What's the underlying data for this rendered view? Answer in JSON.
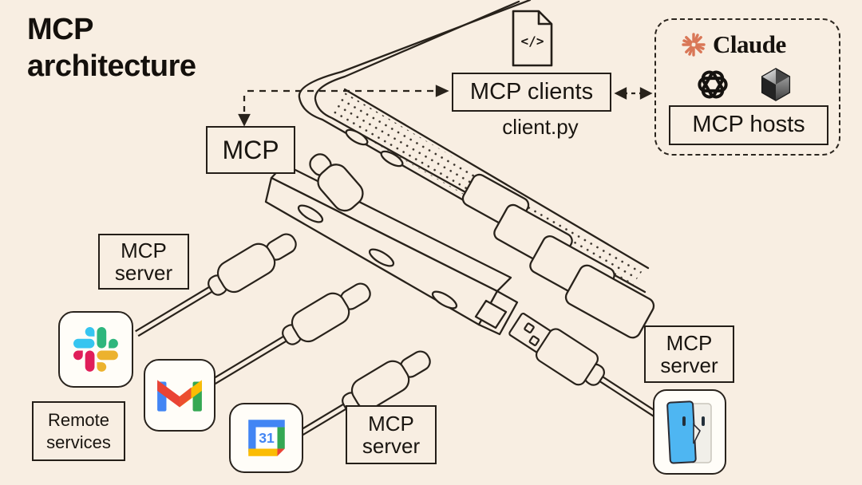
{
  "title": {
    "line1": "MCP",
    "line2": "architecture"
  },
  "protocol_box": {
    "label": "MCP"
  },
  "clients": {
    "label": "MCP clients",
    "filename": "client.py",
    "file_icon_glyph": "</>"
  },
  "hosts": {
    "box_label": "MCP hosts",
    "claude_wordmark": "Claude",
    "logo_icons": [
      "claude-starburst-logo",
      "openai-logo",
      "cursor-cube-logo"
    ]
  },
  "servers": {
    "box_label": "MCP server",
    "remote_label": "Remote services"
  },
  "service_icons": [
    "slack-logo",
    "gmail-logo",
    "google-calendar-logo",
    "finder-logo"
  ],
  "tiles": {
    "calendar_day": "31"
  },
  "colors": {
    "background": "#f8eee2",
    "ink": "#27211a",
    "tile_background": "#fffdf8",
    "claude_coral": "#d97757",
    "slack": [
      "#36C5F0",
      "#2EB67D",
      "#ECB22E",
      "#E01E5A"
    ],
    "google": [
      "#4285F4",
      "#EA4335",
      "#FBBC04",
      "#34A853"
    ],
    "finder_blue": "#4eb6f2"
  }
}
